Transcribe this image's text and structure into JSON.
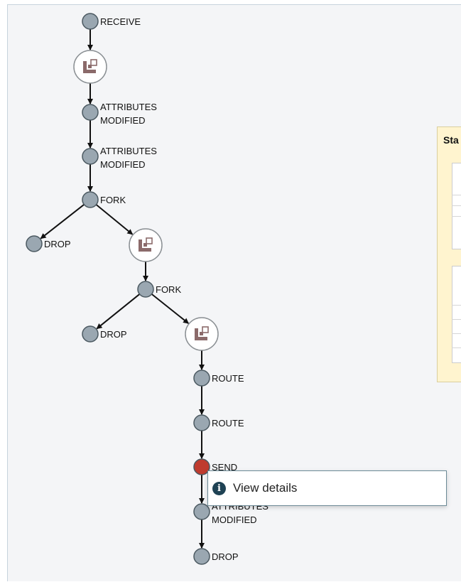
{
  "nodes": [
    {
      "id": "n1",
      "type": "event",
      "label": "RECEIVE"
    },
    {
      "id": "n2",
      "type": "processor",
      "label": ""
    },
    {
      "id": "n3",
      "type": "event",
      "label": "ATTRIBUTES|MODIFIED"
    },
    {
      "id": "n4",
      "type": "event",
      "label": "ATTRIBUTES|MODIFIED"
    },
    {
      "id": "n5",
      "type": "event",
      "label": "FORK"
    },
    {
      "id": "n6",
      "type": "event",
      "label": "DROP"
    },
    {
      "id": "n7",
      "type": "processor",
      "label": ""
    },
    {
      "id": "n8",
      "type": "event",
      "label": "FORK"
    },
    {
      "id": "n9",
      "type": "event",
      "label": "DROP"
    },
    {
      "id": "n10",
      "type": "processor",
      "label": ""
    },
    {
      "id": "n11",
      "type": "event",
      "label": "ROUTE"
    },
    {
      "id": "n12",
      "type": "event",
      "label": "ROUTE"
    },
    {
      "id": "n13",
      "type": "event",
      "label": "SEND",
      "selected": true
    },
    {
      "id": "n14",
      "type": "event",
      "label": "ATTRIBUTES|MODIFIED"
    },
    {
      "id": "n15",
      "type": "event",
      "label": "DROP"
    }
  ],
  "edges": [
    [
      "n1",
      "n2"
    ],
    [
      "n2",
      "n3"
    ],
    [
      "n3",
      "n4"
    ],
    [
      "n4",
      "n5"
    ],
    [
      "n5",
      "n6"
    ],
    [
      "n5",
      "n7"
    ],
    [
      "n7",
      "n8"
    ],
    [
      "n8",
      "n9"
    ],
    [
      "n8",
      "n10"
    ],
    [
      "n10",
      "n11"
    ],
    [
      "n11",
      "n12"
    ],
    [
      "n12",
      "n13"
    ],
    [
      "n13",
      "n14"
    ],
    [
      "n14",
      "n15"
    ]
  ],
  "status_panel": {
    "title": "Sta"
  },
  "context_menu": {
    "item_label": "View details",
    "icon": "info-circle-icon"
  },
  "colors": {
    "event_node": "#9aa7b1",
    "selected_node": "#bf3b2e",
    "node_stroke": "#4b5961",
    "processor_fill": "#ffffff",
    "processor_glyph": "#8b6a6a",
    "panel_bg": "#fff4cf"
  }
}
